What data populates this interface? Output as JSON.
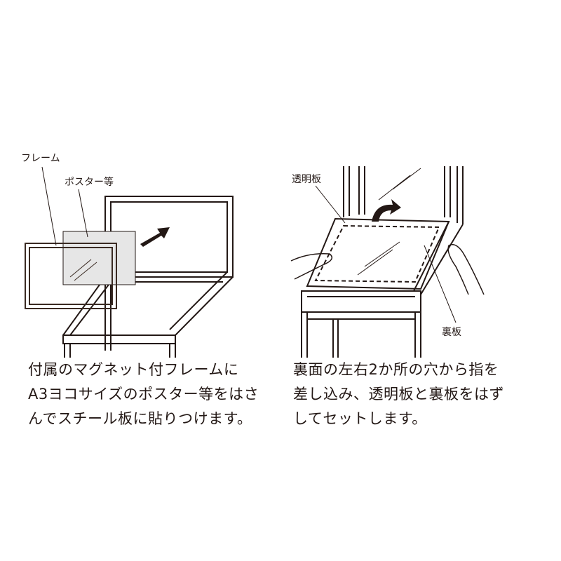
{
  "left_panel": {
    "labels": {
      "frame": "フレーム",
      "poster": "ポスター等"
    },
    "caption": [
      "付属のマグネット付フレームに",
      "A3ヨコサイズのポスター等をはさ",
      "んでスチール板に貼りつけます。"
    ]
  },
  "right_panel": {
    "labels": {
      "clear_plate": "透明板",
      "back_plate": "裏板"
    },
    "caption": [
      "裏面の左右2か所の穴から指を",
      "差し込み、透明板と裏板をはず",
      "してセットします。"
    ]
  },
  "colors": {
    "line": "#231815",
    "poster_fill": "#e6e6e6"
  }
}
